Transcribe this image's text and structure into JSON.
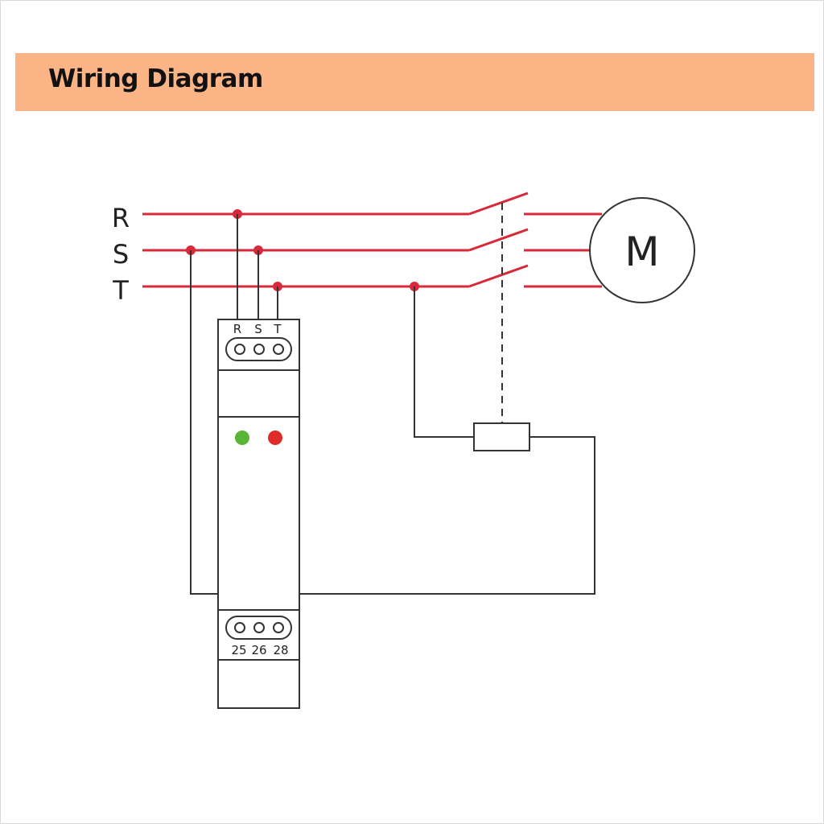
{
  "banner": {
    "title": "Wiring Diagram",
    "color": "#fbb486"
  },
  "phases": [
    "R",
    "S",
    "T"
  ],
  "relay": {
    "top_terminals": [
      "R",
      "S",
      "T"
    ],
    "bottom_terminals": [
      "25",
      "26",
      "28"
    ],
    "indicator_colors": [
      "#5bb534",
      "#e02b2b"
    ]
  },
  "motor": {
    "label": "M"
  },
  "colors": {
    "phase_line": "#d8293a",
    "control_wire": "#333333"
  }
}
